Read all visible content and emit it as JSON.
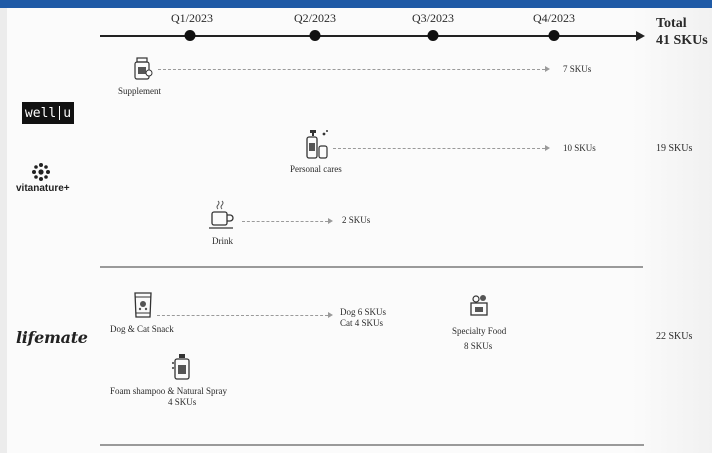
{
  "timeline": {
    "quarters": [
      "Q1/2023",
      "Q2/2023",
      "Q3/2023",
      "Q4/2023"
    ],
    "total_label": "Total",
    "total_value": "41 SKUs"
  },
  "brands": {
    "wellu": {
      "left": "well",
      "right": "u"
    },
    "vitanature": "vitanature+",
    "lifemate": "lifemate"
  },
  "group_totals": {
    "wellu_vitanature": "19 SKUs",
    "lifemate": "22 SKUs"
  },
  "items": {
    "supplement": {
      "label": "Supplement",
      "skus": "7 SKUs",
      "icon": "supplement-bottle-icon"
    },
    "personal_cares": {
      "label": "Personal cares",
      "skus": "10 SKUs",
      "icon": "pump-bottle-icon"
    },
    "drink": {
      "label": "Drink",
      "skus": "2 SKUs",
      "icon": "coffee-cup-icon"
    },
    "dog_cat_snack": {
      "label": "Dog & Cat Snack",
      "skus_line1": "Dog 6 SKUs",
      "skus_line2": "Cat 4 SKUs",
      "icon": "snack-bag-icon"
    },
    "specialty_food": {
      "label": "Specialty Food",
      "skus": "8 SKUs",
      "icon": "food-box-icon"
    },
    "foam_shampoo": {
      "label": "Foam shampoo & Natural Spray",
      "skus": "4 SKUs",
      "icon": "shampoo-bottle-icon"
    }
  }
}
